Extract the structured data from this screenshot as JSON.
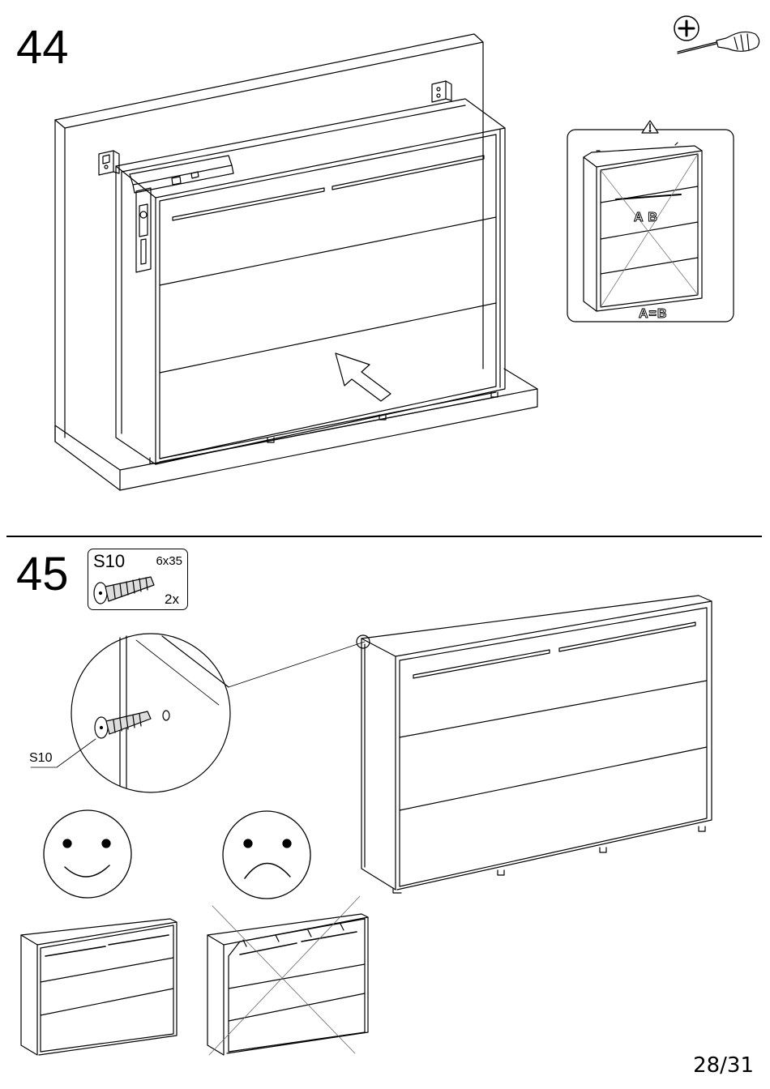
{
  "steps": [
    {
      "number": "44"
    },
    {
      "number": "45"
    }
  ],
  "tools": {
    "screwdriver_icon": "phillips-screwdriver-icon"
  },
  "inset": {
    "label_ab": "A B",
    "label_equal": "A=B",
    "warning_icon": "warning-icon"
  },
  "part": {
    "id": "S10",
    "size": "6x35",
    "quantity": "2x"
  },
  "callout": {
    "label": "S10"
  },
  "faces": {
    "good": "smiley-face-icon",
    "bad": "sad-face-icon"
  },
  "page": {
    "number": "28/31"
  }
}
